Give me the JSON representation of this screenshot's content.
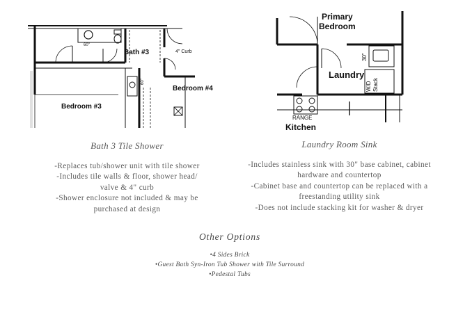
{
  "left_plan": {
    "labels": {
      "bath3": "Bath #3",
      "bedroom3": "Bedroom #3",
      "bedroom4": "Bedroom #4",
      "curb": "4\" Curb",
      "dim60_top": "60\"",
      "dim60_side": "60\""
    }
  },
  "right_plan": {
    "labels": {
      "primary_line1": "Primary",
      "primary_line2": "Bedroom",
      "laundry": "Laundry",
      "wd_line1": "W/D",
      "wd_line2": "Stack",
      "dim30": "30\"",
      "range": "RANGE",
      "kitchen": "Kitchen"
    }
  },
  "options": [
    {
      "title": "Bath 3 Tile Shower",
      "lines": [
        "-Replaces tub/shower unit with tile shower",
        "-Includes tile walls & floor, shower head/",
        "valve & 4\" curb",
        "-Shower enclosure not included & may be",
        "purchased at design"
      ]
    },
    {
      "title": "Laundry Room Sink",
      "lines": [
        "-Includes stainless sink with 30\" base cabinet, cabinet",
        "hardware and countertop",
        "-Cabinet base and countertop can be replaced with a",
        "freestanding utility sink",
        "-Does not include stacking kit for washer & dryer"
      ]
    }
  ],
  "other_options": {
    "title": "Other Options",
    "items": [
      "•4 Sides Brick",
      "•Guest Bath Syn-Iron Tub Shower with Tile Surround",
      "•Pedestal Tubs"
    ]
  }
}
